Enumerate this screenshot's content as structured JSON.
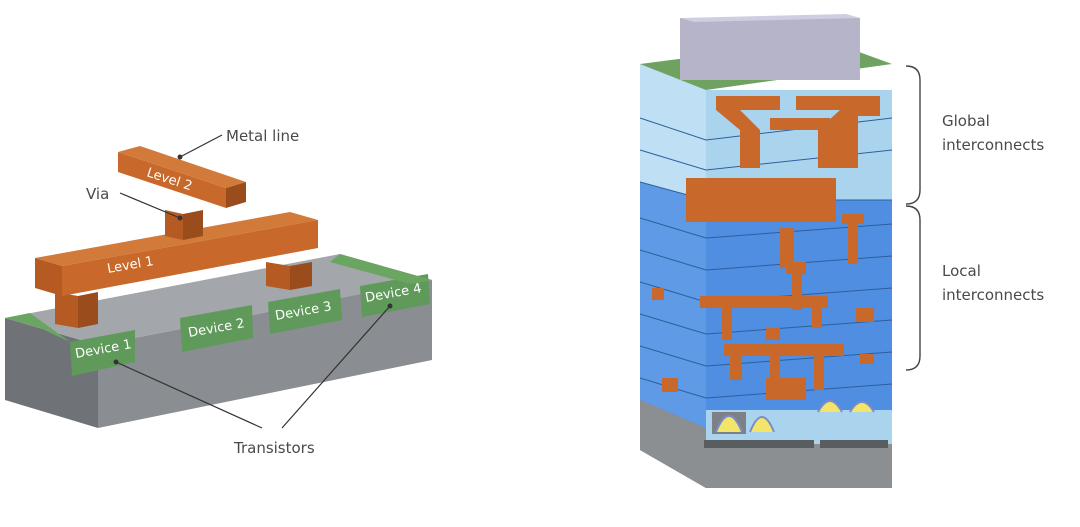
{
  "left_diagram": {
    "metal_line_label": "Metal line",
    "via_label": "Via",
    "level2_label": "Level 2",
    "level1_label": "Level 1",
    "devices": [
      "Device 1",
      "Device 2",
      "Device 3",
      "Device 4"
    ],
    "transistors_label": "Transistors"
  },
  "right_diagram": {
    "global_label_line1": "Global",
    "global_label_line2": "interconnects",
    "local_label_line1": "Local",
    "local_label_line2": "interconnects"
  },
  "colors": {
    "metal": "#c8682a",
    "substrate": "#707377",
    "device_green": "#5f9a5a",
    "dielectric_light": "#aad4ee",
    "dielectric_dark": "#4f8ee0"
  }
}
